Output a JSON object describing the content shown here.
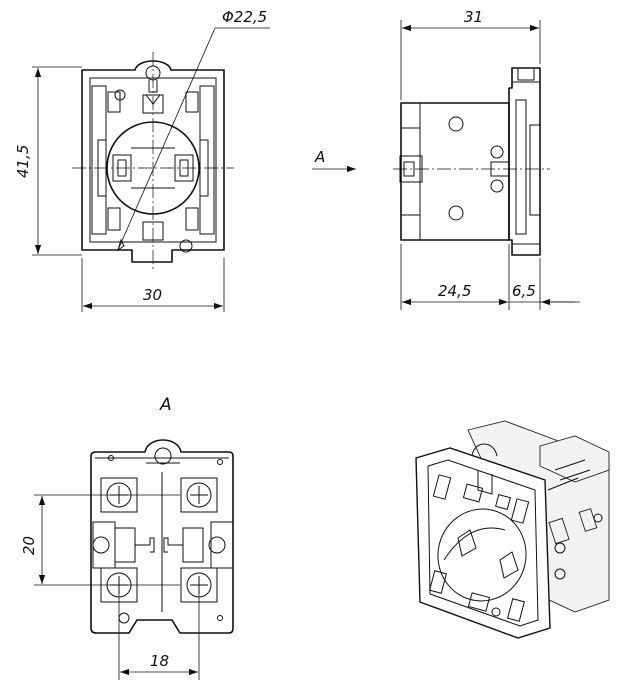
{
  "dimensions": {
    "diameter": "Φ22,5",
    "height": "41,5",
    "front_width": "30",
    "side_total": "31",
    "side_body": "24,5",
    "side_plate": "6,5",
    "terminal_vertical": "20",
    "terminal_horizontal": "18"
  },
  "view_marks": {
    "arrow_label": "A",
    "view_title": "A"
  }
}
